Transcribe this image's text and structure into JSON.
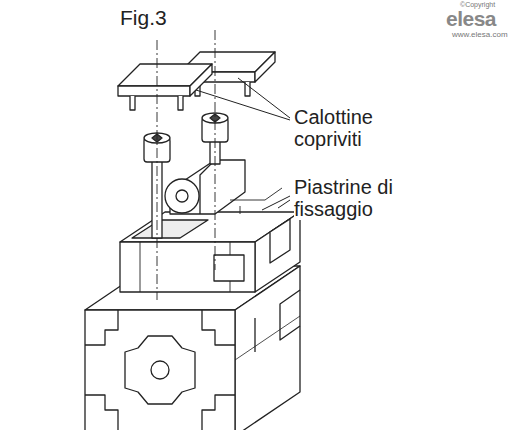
{
  "diagram": {
    "title": "Fig.3",
    "labels": [
      "Calottine copriviti",
      "Piastrine di fissaggio",
      "©Copyright",
      "elesa",
      "www.elesa.com"
    ]
  }
}
